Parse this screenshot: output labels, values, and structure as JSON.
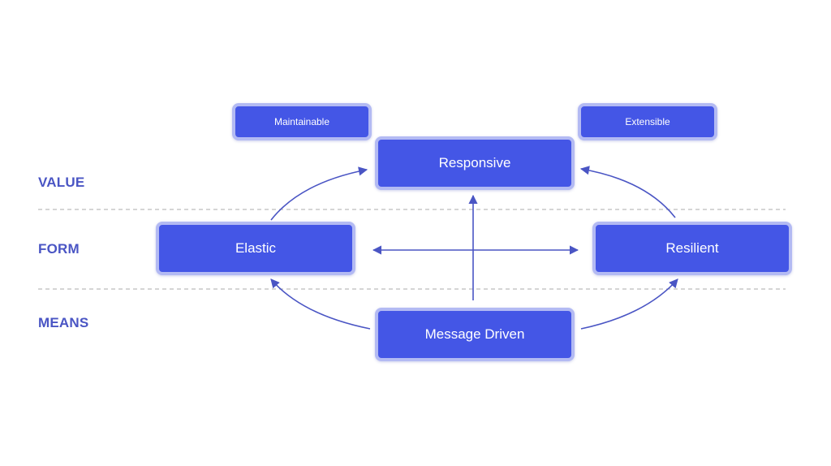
{
  "layers": {
    "value": "VALUE",
    "form": "FORM",
    "means": "MEANS"
  },
  "nodes": {
    "maintainable": "Maintainable",
    "extensible": "Extensible",
    "responsive": "Responsive",
    "elastic": "Elastic",
    "resilient": "Resilient",
    "message_driven": "Message Driven"
  },
  "colors": {
    "node_fill": "#4456e6",
    "node_border": "#b3baf3",
    "arrow": "#4a55c4",
    "label": "#4a55c4",
    "separator": "#bcbcbc"
  }
}
